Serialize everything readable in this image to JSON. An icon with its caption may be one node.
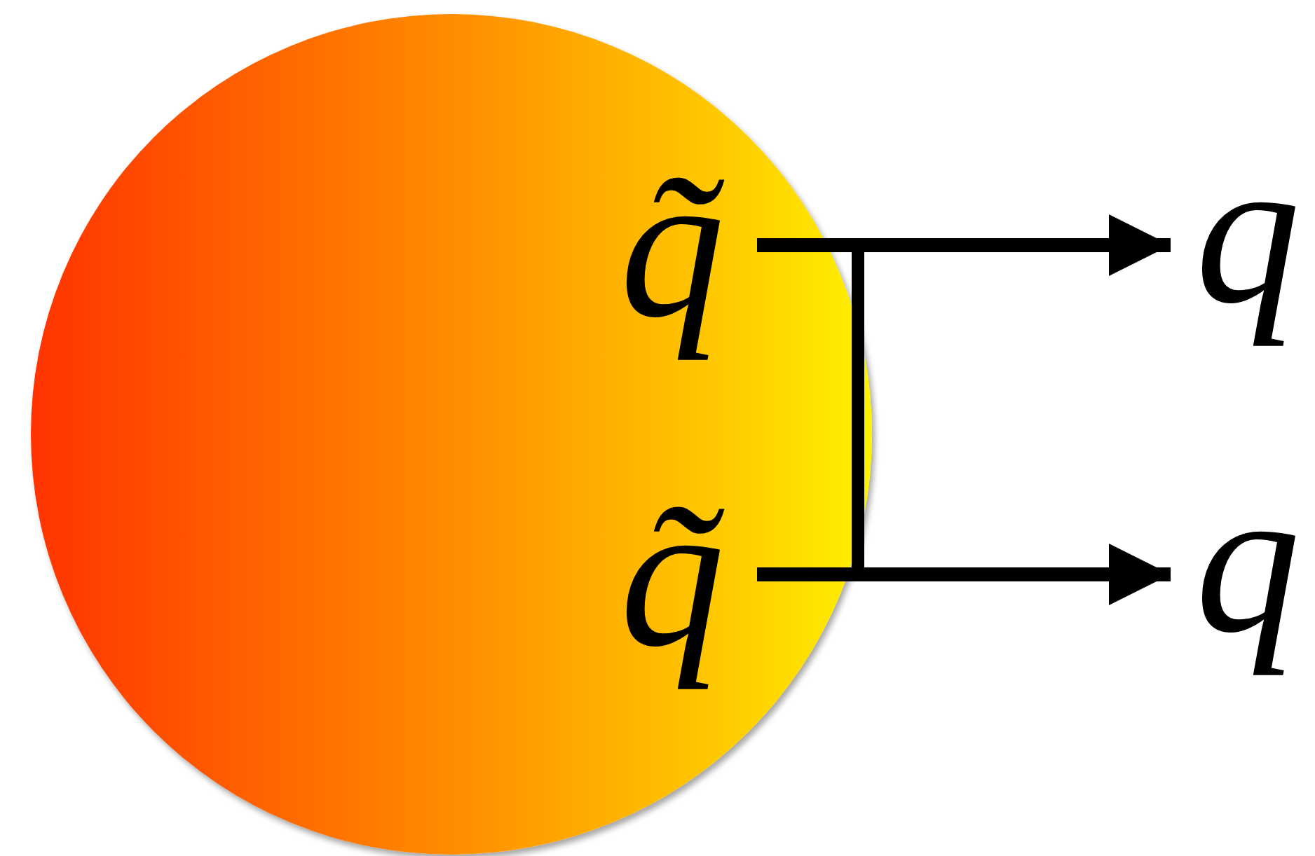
{
  "diagram": {
    "nodes": [
      {
        "text": [],
        "shape": "circle"
      },
      {
        "text": [
          "q̃"
        ],
        "in": 0
      },
      {
        "text": [
          "q̃"
        ],
        "in": 0
      },
      {
        "text": [
          "q"
        ]
      },
      {
        "text": [
          "q"
        ]
      }
    ],
    "edges": [
      {
        "from": 1,
        "to": 3,
        "arrow": "to"
      },
      {
        "from": 2,
        "to": 4,
        "arrow": "to"
      }
    ]
  }
}
